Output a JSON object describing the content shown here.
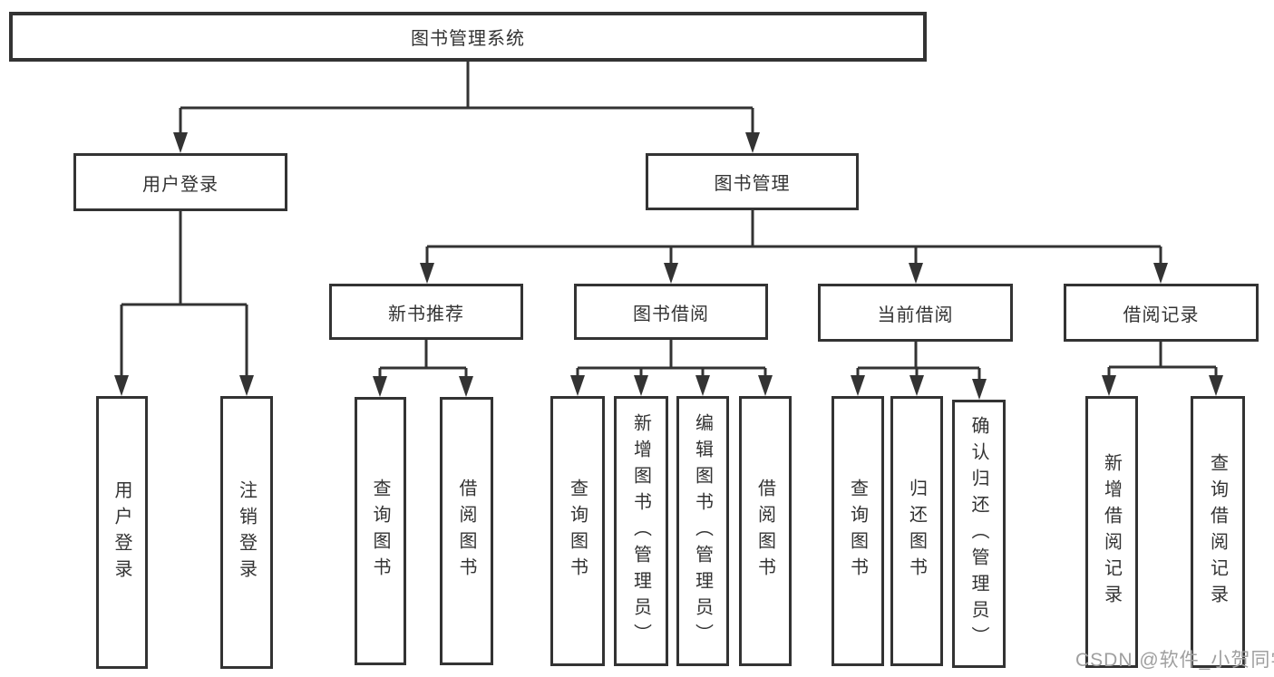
{
  "tree": {
    "root": {
      "label": "图书管理系统"
    },
    "branches": [
      {
        "label": "用户登录",
        "children": [
          {
            "label": "用户登录"
          },
          {
            "label": "注销登录"
          }
        ]
      },
      {
        "label": "图书管理",
        "children": [
          {
            "label": "新书推荐",
            "children": [
              {
                "label": "查询图书"
              },
              {
                "label": "借阅图书"
              }
            ]
          },
          {
            "label": "图书借阅",
            "children": [
              {
                "label": "查询图书"
              },
              {
                "label": "新增图书（管理员）"
              },
              {
                "label": "编辑图书（管理员）"
              },
              {
                "label": "借阅图书"
              }
            ]
          },
          {
            "label": "当前借阅",
            "children": [
              {
                "label": "查询图书"
              },
              {
                "label": "归还图书"
              },
              {
                "label": "确认归还（管理员）"
              }
            ]
          },
          {
            "label": "借阅记录",
            "children": [
              {
                "label": "新增借阅记录"
              },
              {
                "label": "查询借阅记录"
              }
            ]
          }
        ]
      }
    ]
  },
  "watermark": "CSDN @软件_小贺同学",
  "colors": {
    "line": "#333333",
    "text": "#333333",
    "background": "#ffffff",
    "watermark": "#9f9f9f"
  }
}
